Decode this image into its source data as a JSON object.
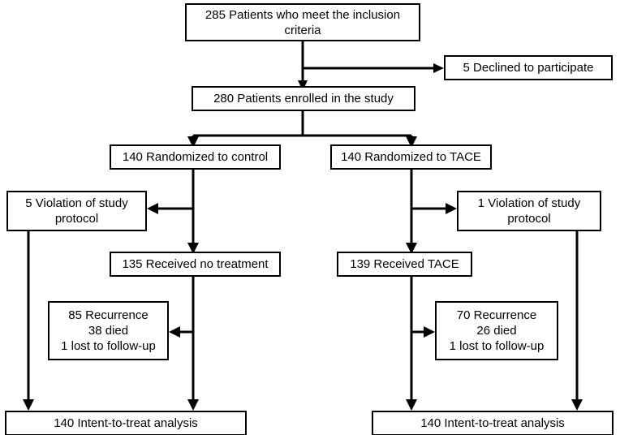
{
  "diagram": {
    "title": "CONSORT patient flow diagram",
    "accent_color": "#000000",
    "background_color": "#ffffff",
    "nodes": {
      "inclusion": {
        "line1": "285 Patients who meet the inclusion",
        "line2": "criteria"
      },
      "declined": {
        "line1": "5 Declined to participate"
      },
      "enrolled": {
        "line1": "280 Patients enrolled in the study"
      },
      "randomized_control": {
        "line1": "140 Randomized to control"
      },
      "randomized_tace": {
        "line1": "140 Randomized to TACE"
      },
      "violation_control": {
        "line1": "5 Violation of study",
        "line2": "protocol"
      },
      "violation_tace": {
        "line1": "1 Violation of study",
        "line2": "protocol"
      },
      "received_control": {
        "line1": "135 Received no treatment"
      },
      "received_tace": {
        "line1": "139 Received TACE"
      },
      "outcomes_control": {
        "line1": "85 Recurrence",
        "line2": "38 died",
        "line3": "1 lost to follow-up"
      },
      "outcomes_tace": {
        "line1": "70 Recurrence",
        "line2": "26 died",
        "line3": "1 lost to follow-up"
      },
      "itt_control": {
        "line1": "140 Intent-to-treat analysis"
      },
      "itt_tace": {
        "line1": "140 Intent-to-treat analysis"
      }
    },
    "connectors": [
      {
        "name": "inclusion-to-enrolled",
        "from": "inclusion",
        "to": "enrolled",
        "direction": "down"
      },
      {
        "name": "inclusion-to-declined",
        "from": "inclusion",
        "to": "declined",
        "direction": "right"
      },
      {
        "name": "enrolled-to-randomized-control",
        "from": "enrolled",
        "to": "randomized_control",
        "direction": "down-left"
      },
      {
        "name": "enrolled-to-randomized-tace",
        "from": "enrolled",
        "to": "randomized_tace",
        "direction": "down-right"
      },
      {
        "name": "control-to-violation",
        "from": "randomized_control",
        "to": "violation_control",
        "direction": "left"
      },
      {
        "name": "control-to-received",
        "from": "randomized_control",
        "to": "received_control",
        "direction": "down"
      },
      {
        "name": "tace-to-violation",
        "from": "randomized_tace",
        "to": "violation_tace",
        "direction": "right"
      },
      {
        "name": "tace-to-received",
        "from": "randomized_tace",
        "to": "received_tace",
        "direction": "down"
      },
      {
        "name": "received-control-to-outcomes",
        "from": "received_control",
        "to": "outcomes_control",
        "direction": "left"
      },
      {
        "name": "received-control-to-itt",
        "from": "received_control",
        "to": "itt_control",
        "direction": "down"
      },
      {
        "name": "received-tace-to-outcomes",
        "from": "received_tace",
        "to": "outcomes_tace",
        "direction": "right"
      },
      {
        "name": "received-tace-to-itt",
        "from": "received_tace",
        "to": "itt_tace",
        "direction": "down"
      },
      {
        "name": "violation-control-to-itt",
        "from": "violation_control",
        "to": "itt_control",
        "direction": "down"
      },
      {
        "name": "violation-tace-to-itt",
        "from": "violation_tace",
        "to": "itt_tace",
        "direction": "down"
      }
    ]
  }
}
